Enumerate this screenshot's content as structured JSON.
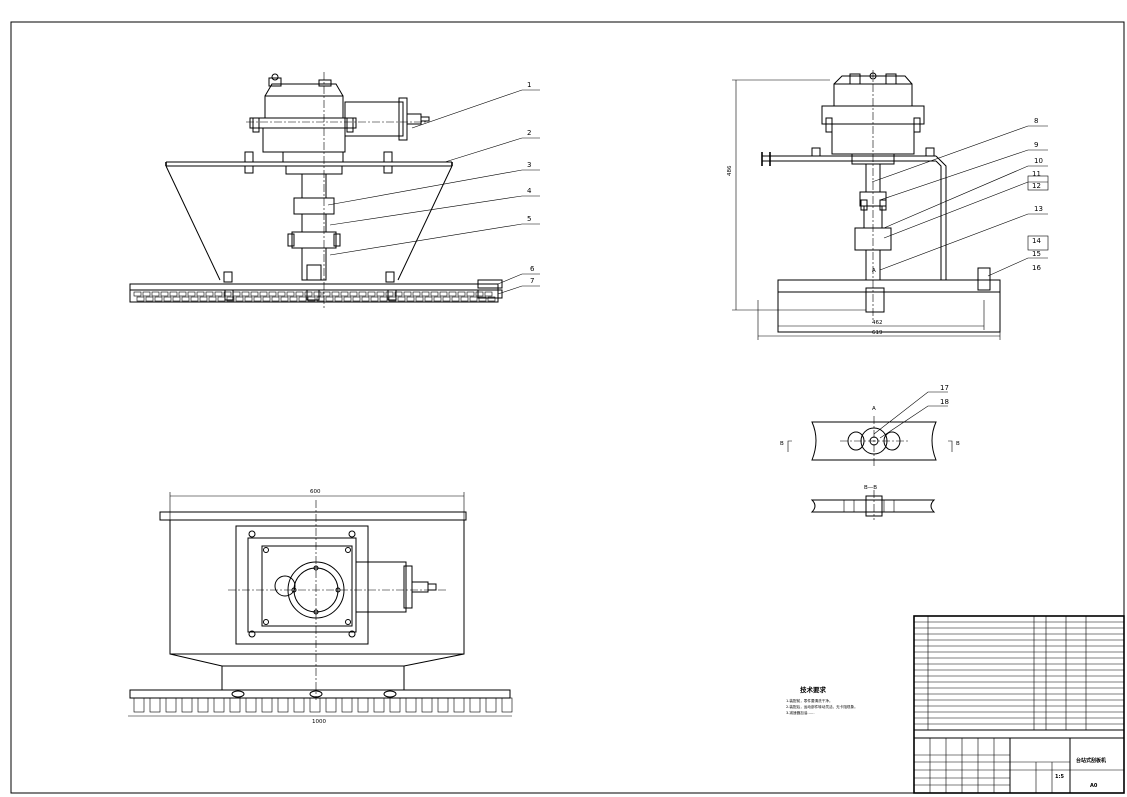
{
  "balloons": [
    "1",
    "2",
    "3",
    "4",
    "5",
    "6",
    "7",
    "8",
    "9",
    "10",
    "11",
    "12",
    "13",
    "14",
    "15",
    "16",
    "17",
    "18"
  ],
  "dimensions": {
    "front_height": "486",
    "front_inner_width": "462",
    "front_outer_width": "619",
    "top_width": "600",
    "top_bottom_width": "1000"
  },
  "section_marks": {
    "a": "A",
    "b_left": "B",
    "b_right": "B",
    "bb_title": "B—B"
  },
  "notes": {
    "title": "技术要求",
    "lines": [
      "1.装配前，零件要清洗干净。",
      "2.装配后，运动部件转动灵活，无卡阻现象。",
      "3.减速器加油……"
    ]
  },
  "title_block": {
    "drawing_title": "台站式刮板机",
    "scale": "1:5",
    "sheet": "A0"
  }
}
